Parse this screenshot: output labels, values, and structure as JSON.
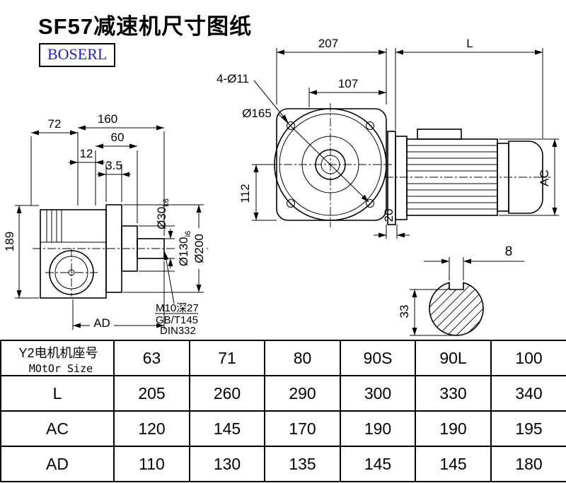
{
  "page": {
    "title": "SF57减速机尺寸图纸",
    "logo": "BOSERL"
  },
  "front_view": {
    "dim_207": "207",
    "dim_L": "L",
    "dim_holes": "4-Ø11",
    "dim_107": "107",
    "dim_165": "Ø165",
    "dim_112": "112",
    "dim_ac": "AC",
    "dim_20": "20"
  },
  "left_view": {
    "dim_72": "72",
    "dim_160": "160",
    "dim_60": "60",
    "dim_12": "12",
    "dim_3_5": "3.5",
    "dim_189": "189",
    "dim_ad": "AD",
    "shaft_dia": {
      "main": "Ø30",
      "tol": "k6"
    },
    "hub_dia": {
      "main": "Ø130",
      "tol": "j6"
    },
    "flange_dia": "Ø200",
    "note_line1": "M10深27",
    "note_line2": "GB/T145",
    "note_line3": "DIN332"
  },
  "shaft_section": {
    "dim_8": "8",
    "dim_33": "33"
  },
  "table": {
    "header": {
      "line1": "Y2电机机座号",
      "line2": "MOtOr Size"
    },
    "columns": [
      "63",
      "71",
      "80",
      "90S",
      "90L",
      "100"
    ],
    "rows": [
      {
        "label": "L",
        "values": [
          "205",
          "260",
          "290",
          "300",
          "330",
          "340"
        ]
      },
      {
        "label": "AC",
        "values": [
          "120",
          "145",
          "170",
          "190",
          "190",
          "195"
        ]
      },
      {
        "label": "AD",
        "values": [
          "110",
          "130",
          "135",
          "145",
          "145",
          "180"
        ]
      }
    ]
  }
}
